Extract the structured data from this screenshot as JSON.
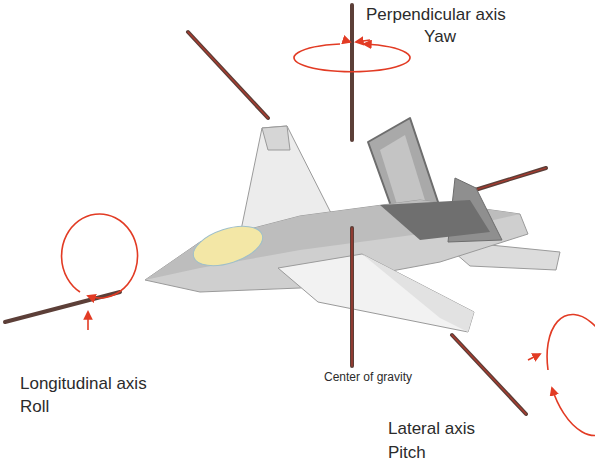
{
  "diagram": {
    "labels": [
      "Perpendicular axis",
      "Yaw",
      "Longitudinal axis",
      "Roll",
      "Lateral axis",
      "Pitch",
      "Center of gravity"
    ]
  }
}
